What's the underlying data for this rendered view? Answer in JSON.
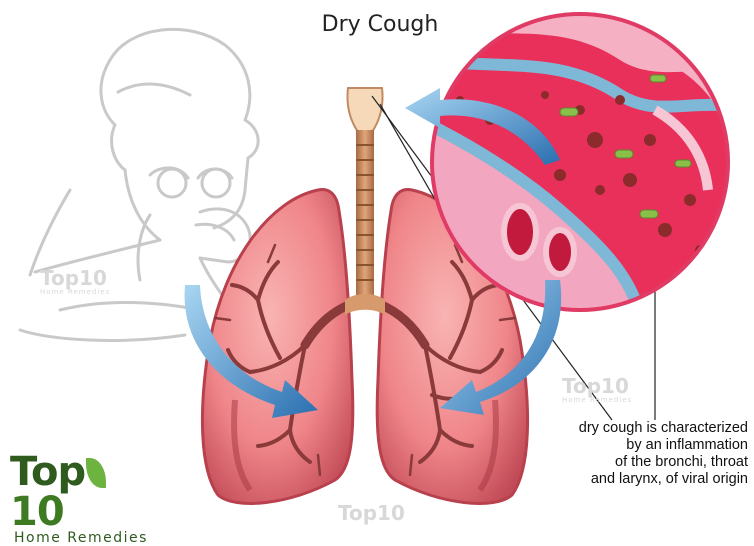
{
  "title": "Dry Cough",
  "caption_lines": [
    "dry cough is characterized",
    "by an inflammation",
    "of the bronchi, throat",
    "and larynx, of viral origin"
  ],
  "logo": {
    "main_left": "Top",
    "main_right": "10",
    "sub": "Home Remedies"
  },
  "watermark": {
    "main": "Top10",
    "sub": "Home Remedies"
  },
  "colors": {
    "lung": "#f08a8d",
    "lung_dark": "#c0505a",
    "trachea": "#c98b5e",
    "bronchi": "#8a3a3a",
    "arrow": "#3a86c4",
    "tissue": "#e8305a",
    "logo_green": "#2f5b1e"
  }
}
